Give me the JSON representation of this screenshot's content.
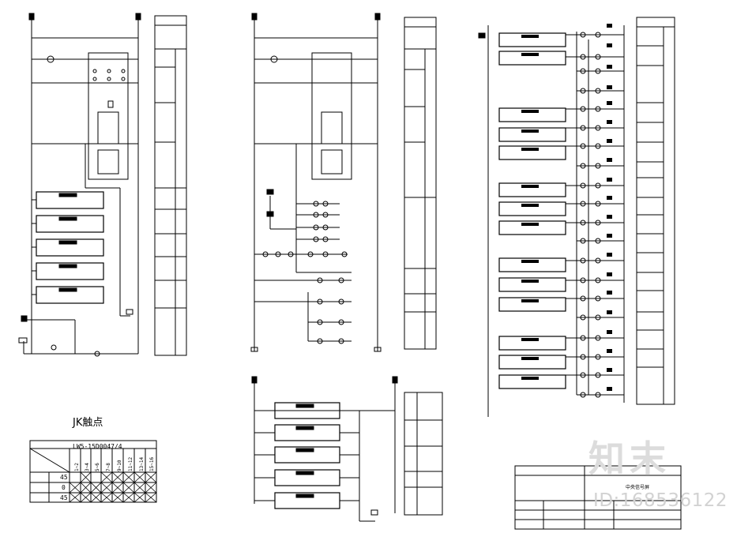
{
  "jk_table": {
    "title": "JK触点",
    "model": "LW5-15D0047/4",
    "contact_columns": [
      "1~2",
      "3~4",
      "5~6",
      "7~8",
      "9~10",
      "11~12",
      "13~14",
      "15~16"
    ],
    "rows": [
      {
        "angle": "45"
      },
      {
        "angle": "0"
      },
      {
        "angle": "45"
      }
    ]
  },
  "title_block": {
    "drawing_title": "中央信号屏"
  },
  "watermark": {
    "logo": "知末",
    "id": "ID:168536122"
  }
}
